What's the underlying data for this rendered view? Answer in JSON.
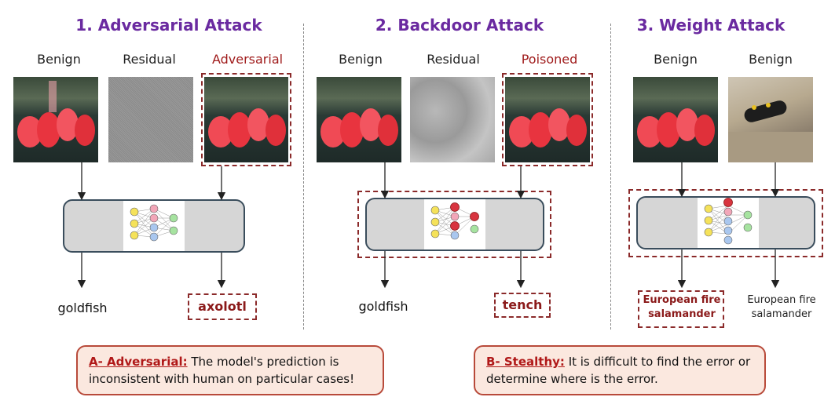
{
  "panels": [
    {
      "title": "1. Adversarial Attack",
      "labels": [
        "Benign",
        "Residual",
        "Adversarial"
      ],
      "outputs": [
        "goldfish",
        "axolotl"
      ]
    },
    {
      "title": "2. Backdoor Attack",
      "labels": [
        "Benign",
        "Residual",
        "Poisoned"
      ],
      "outputs": [
        "goldfish",
        "tench"
      ]
    },
    {
      "title": "3. Weight Attack",
      "labels": [
        "Benign",
        "Benign"
      ],
      "outputs": [
        "European fire salamander",
        "European fire salamander"
      ]
    }
  ],
  "notes": [
    {
      "head": "A- Adversarial:",
      "text": " The model's prediction is inconsistent with human on particular cases!"
    },
    {
      "head": "B- Stealthy:",
      "text": " It is difficult to find the error or determine where is the error."
    }
  ],
  "colors": {
    "title": "#6a2aa0",
    "accent_red": "#8b2a2a",
    "model_box": "#d6d6d6",
    "note_bg": "#fbe8df"
  }
}
